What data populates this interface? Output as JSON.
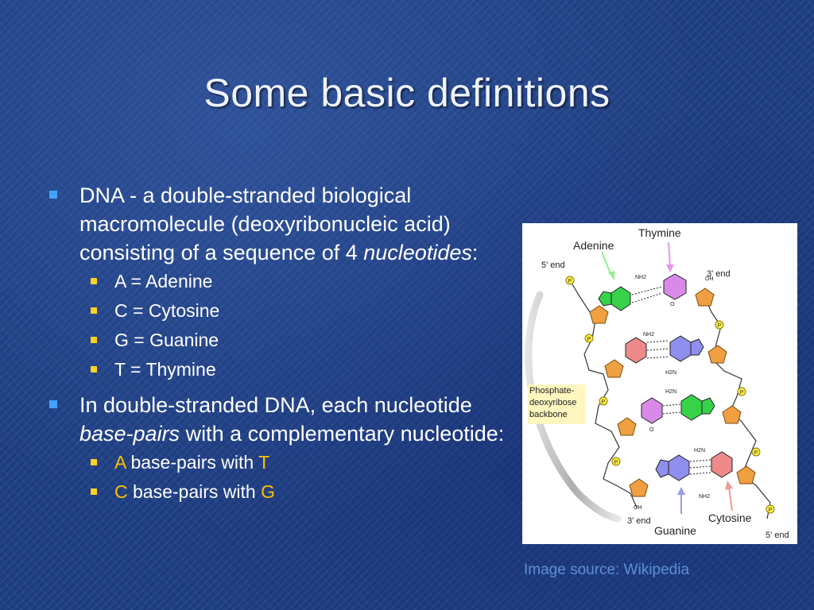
{
  "slide": {
    "title": "Some basic definitions",
    "bullets": [
      {
        "text_before": "DNA - a double-stranded biological macromolecule (deoxyribonucleic acid) consisting of a sequence of 4 ",
        "text_italic": "nucleotides",
        "text_after": ":",
        "subitems": [
          "A = Adenine",
          "C = Cytosine",
          "G = Guanine",
          "T = Thymine"
        ]
      },
      {
        "text_before": "In double-stranded DNA, each nucleotide ",
        "text_italic": "base-pairs",
        "text_after": " with a complementary nucleotide:",
        "subitems": [
          {
            "a": "A",
            "mid": " base-pairs with ",
            "b": "T"
          },
          {
            "a": "C",
            "mid": " base-pairs with ",
            "b": "G"
          }
        ]
      }
    ],
    "caption": "Image source: Wikipedia",
    "figure": {
      "label_adenine": "Adenine",
      "label_thymine": "Thymine",
      "label_5end_top": "5' end",
      "label_3end_top": "3' end",
      "label_backbone": [
        "Phosphate-",
        "deoxyribose",
        "backbone"
      ],
      "label_3end_bottom": "3' end",
      "label_guanine": "Guanine",
      "label_cytosine": "Cytosine",
      "label_5end_bottom": "5' end",
      "atom_labels": {
        "nh2": "NH2",
        "oh": "OH",
        "h2n": "H2N",
        "o": "O",
        "p": "P"
      }
    },
    "colors": {
      "background": "#1e3f86",
      "title": "#eef3ff",
      "bullet_l1": "#3fa3ff",
      "bullet_l2": "#ffd21e",
      "highlight": "#ffc000",
      "caption": "#5d8fd6",
      "adenine": "#36d24a",
      "thymine": "#d98ae8",
      "guanine": "#8f8fee",
      "cytosine": "#ee8a8a",
      "sugar": "#f0a040",
      "phosphate": "#ffee44"
    }
  }
}
